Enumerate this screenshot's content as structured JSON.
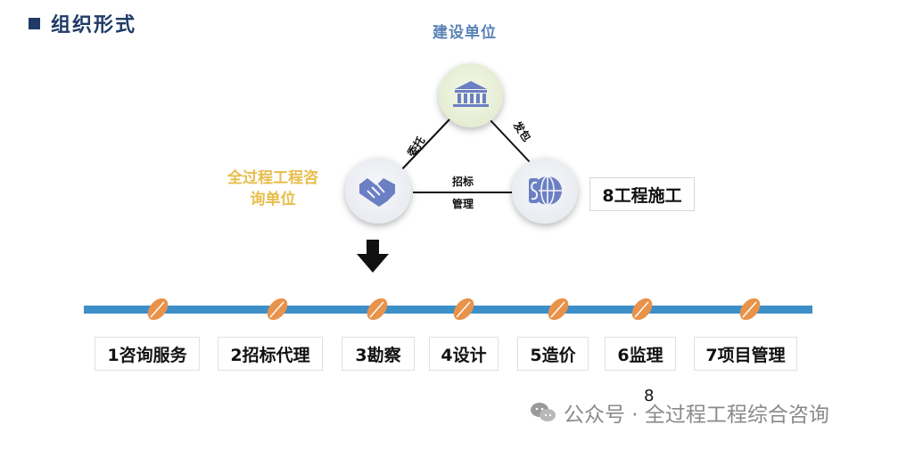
{
  "title": "组织形式",
  "nodes": {
    "owner": {
      "label": "建设单位",
      "icon": "bank-icon"
    },
    "consultant": {
      "label_lines": [
        "全过程工程咨",
        "询单位"
      ],
      "icon": "handshake-icon"
    },
    "contractor": {
      "label": "8工程施工",
      "icon": "globe-dollar-icon"
    }
  },
  "edges": {
    "owner_consultant": "委托",
    "owner_contractor": "发包",
    "consultant_contractor": [
      "招标",
      "管理"
    ]
  },
  "services": [
    "1咨询服务",
    "2招标代理",
    "3勘察",
    "4设计",
    "5造价",
    "6监理",
    "7项目管理"
  ],
  "page_number": "8",
  "watermark": "公众号 · 全过程工程综合咨询",
  "colors": {
    "title": "#1f3b66",
    "owner_label": "#5a82b6",
    "consultant_label": "#e8bd4a",
    "icon": "#6b7fc4",
    "bar": "#3d8fc8",
    "leaf": "#e8924a"
  }
}
